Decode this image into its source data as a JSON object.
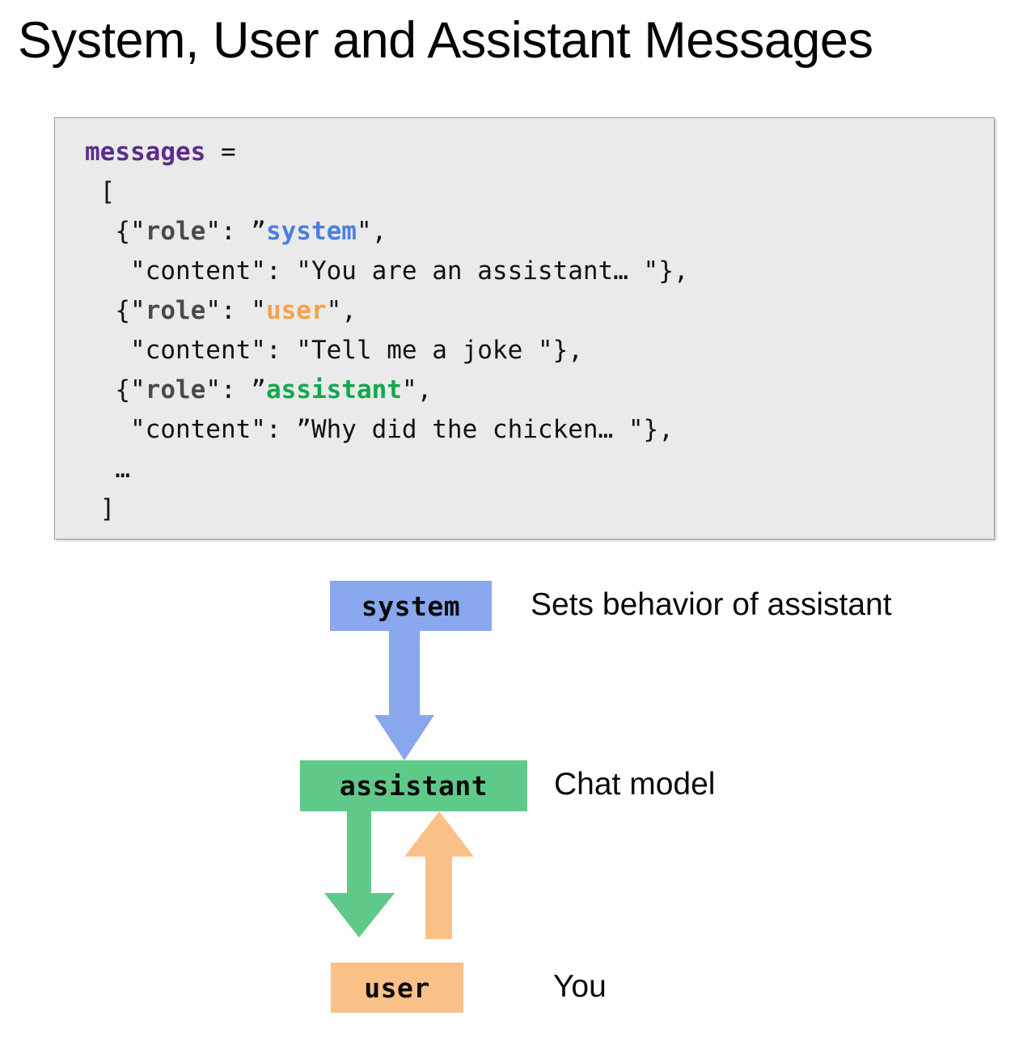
{
  "slide": {
    "title": "System, User and Assistant Messages"
  },
  "code_block": {
    "language": "python",
    "background_color": "#eaeaea",
    "border_color": "#9e9e9e",
    "lines": [
      {
        "id": "line-assign",
        "segments": [
          {
            "text": "messages",
            "style": "var"
          },
          {
            "text": " =",
            "style": "plain"
          }
        ]
      },
      {
        "id": "line-open-bracket",
        "segments": [
          {
            "text": " [",
            "style": "plain"
          }
        ]
      },
      {
        "id": "line-system-role",
        "segments": [
          {
            "text": "  {\"",
            "style": "plain"
          },
          {
            "text": "role",
            "style": "key"
          },
          {
            "text": "\": ”",
            "style": "plain"
          },
          {
            "text": "system",
            "style": "system"
          },
          {
            "text": "\",",
            "style": "plain"
          }
        ]
      },
      {
        "id": "line-system-content",
        "segments": [
          {
            "text": "   \"content\": \"You are an assistant… \"},",
            "style": "plain"
          }
        ]
      },
      {
        "id": "line-user-role",
        "segments": [
          {
            "text": "  {\"",
            "style": "plain"
          },
          {
            "text": "role",
            "style": "key"
          },
          {
            "text": "\": \"",
            "style": "plain"
          },
          {
            "text": "user",
            "style": "user"
          },
          {
            "text": "\",",
            "style": "plain"
          }
        ]
      },
      {
        "id": "line-user-content",
        "segments": [
          {
            "text": "   \"content\": \"Tell me a joke \"},",
            "style": "plain"
          }
        ]
      },
      {
        "id": "line-assistant-role",
        "segments": [
          {
            "text": "  {\"",
            "style": "plain"
          },
          {
            "text": "role",
            "style": "key"
          },
          {
            "text": "\": ”",
            "style": "plain"
          },
          {
            "text": "assistant",
            "style": "assistant"
          },
          {
            "text": "\",",
            "style": "plain"
          }
        ]
      },
      {
        "id": "line-assistant-content",
        "segments": [
          {
            "text": "   \"content\": ”Why did the chicken… \"},",
            "style": "plain"
          }
        ]
      },
      {
        "id": "line-ellipsis",
        "segments": [
          {
            "text": "  …",
            "style": "plain"
          }
        ]
      },
      {
        "id": "line-close-bracket",
        "segments": [
          {
            "text": " ]",
            "style": "plain"
          }
        ]
      }
    ]
  },
  "diagram": {
    "boxes": {
      "system": {
        "label": "system",
        "color": "#89a7ec",
        "description": "Sets behavior of assistant"
      },
      "assistant": {
        "label": "assistant",
        "color": "#5fc98a",
        "description": "Chat model"
      },
      "user": {
        "label": "user",
        "color": "#f9c187",
        "description": "You"
      }
    },
    "arrows": [
      {
        "id": "arrow-system-to-assistant",
        "from": "system",
        "to": "assistant",
        "direction": "down",
        "color": "#89a7ec"
      },
      {
        "id": "arrow-assistant-to-user",
        "from": "assistant",
        "to": "user",
        "direction": "down",
        "color": "#5fc98a"
      },
      {
        "id": "arrow-user-to-assistant",
        "from": "user",
        "to": "assistant",
        "direction": "up",
        "color": "#f9c187"
      }
    ]
  },
  "colors": {
    "token_variable": "#5a2d8c",
    "token_key": "#4a4a4a",
    "token_system": "#4a7fe0",
    "token_user": "#f5a14b",
    "token_assistant": "#11a84c",
    "page_background": "#ffffff"
  }
}
